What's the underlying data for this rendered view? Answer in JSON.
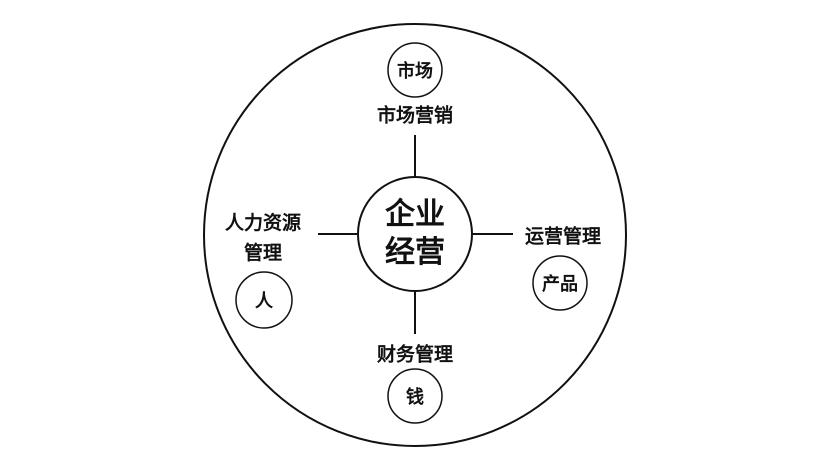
{
  "center": {
    "line1": "企业",
    "line2": "经营"
  },
  "top": {
    "circle": "市场",
    "label": "市场营销"
  },
  "left": {
    "circle": "人",
    "label_line1": "人力资源",
    "label_line2": "管理"
  },
  "right": {
    "circle": "产品",
    "label": "运营管理"
  },
  "bottom": {
    "circle": "钱",
    "label": "财务管理"
  }
}
